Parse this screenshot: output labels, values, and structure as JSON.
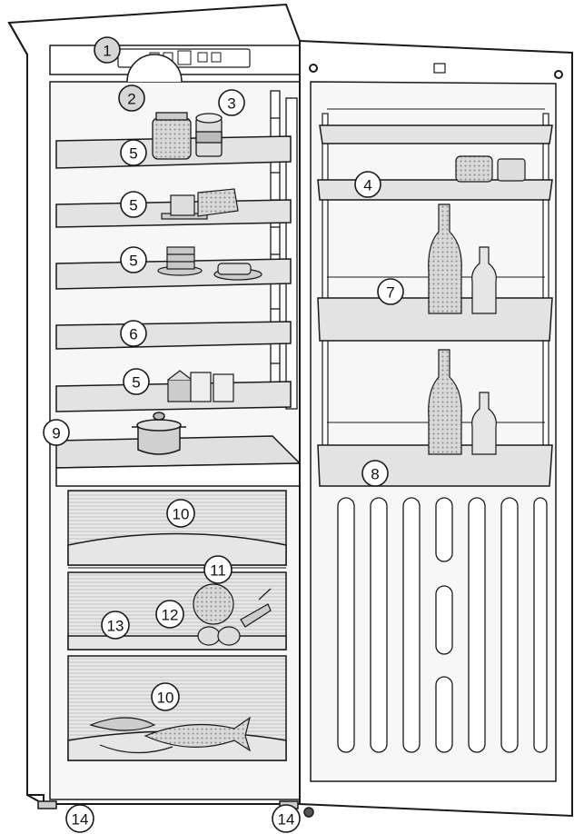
{
  "callouts": [
    {
      "id": "c1",
      "label": "1"
    },
    {
      "id": "c2",
      "label": "2"
    },
    {
      "id": "c3",
      "label": "3"
    },
    {
      "id": "c4",
      "label": "4"
    },
    {
      "id": "c5a",
      "label": "5"
    },
    {
      "id": "c5b",
      "label": "5"
    },
    {
      "id": "c5c",
      "label": "5"
    },
    {
      "id": "c5d",
      "label": "5"
    },
    {
      "id": "c6",
      "label": "6"
    },
    {
      "id": "c7",
      "label": "7"
    },
    {
      "id": "c8",
      "label": "8"
    },
    {
      "id": "c9",
      "label": "9"
    },
    {
      "id": "c10a",
      "label": "10"
    },
    {
      "id": "c10b",
      "label": "10"
    },
    {
      "id": "c11",
      "label": "11"
    },
    {
      "id": "c12",
      "label": "12"
    },
    {
      "id": "c13",
      "label": "13"
    },
    {
      "id": "c14a",
      "label": "14"
    },
    {
      "id": "c14b",
      "label": "14"
    }
  ],
  "colors": {
    "outline": "#1a1a1a",
    "body": "#ffffff",
    "shelf": "#e3e3e3",
    "drawer": "#e6e6e6",
    "callout_fill": "#ffffff",
    "callout_fill_grey": "#d6d6d6"
  }
}
